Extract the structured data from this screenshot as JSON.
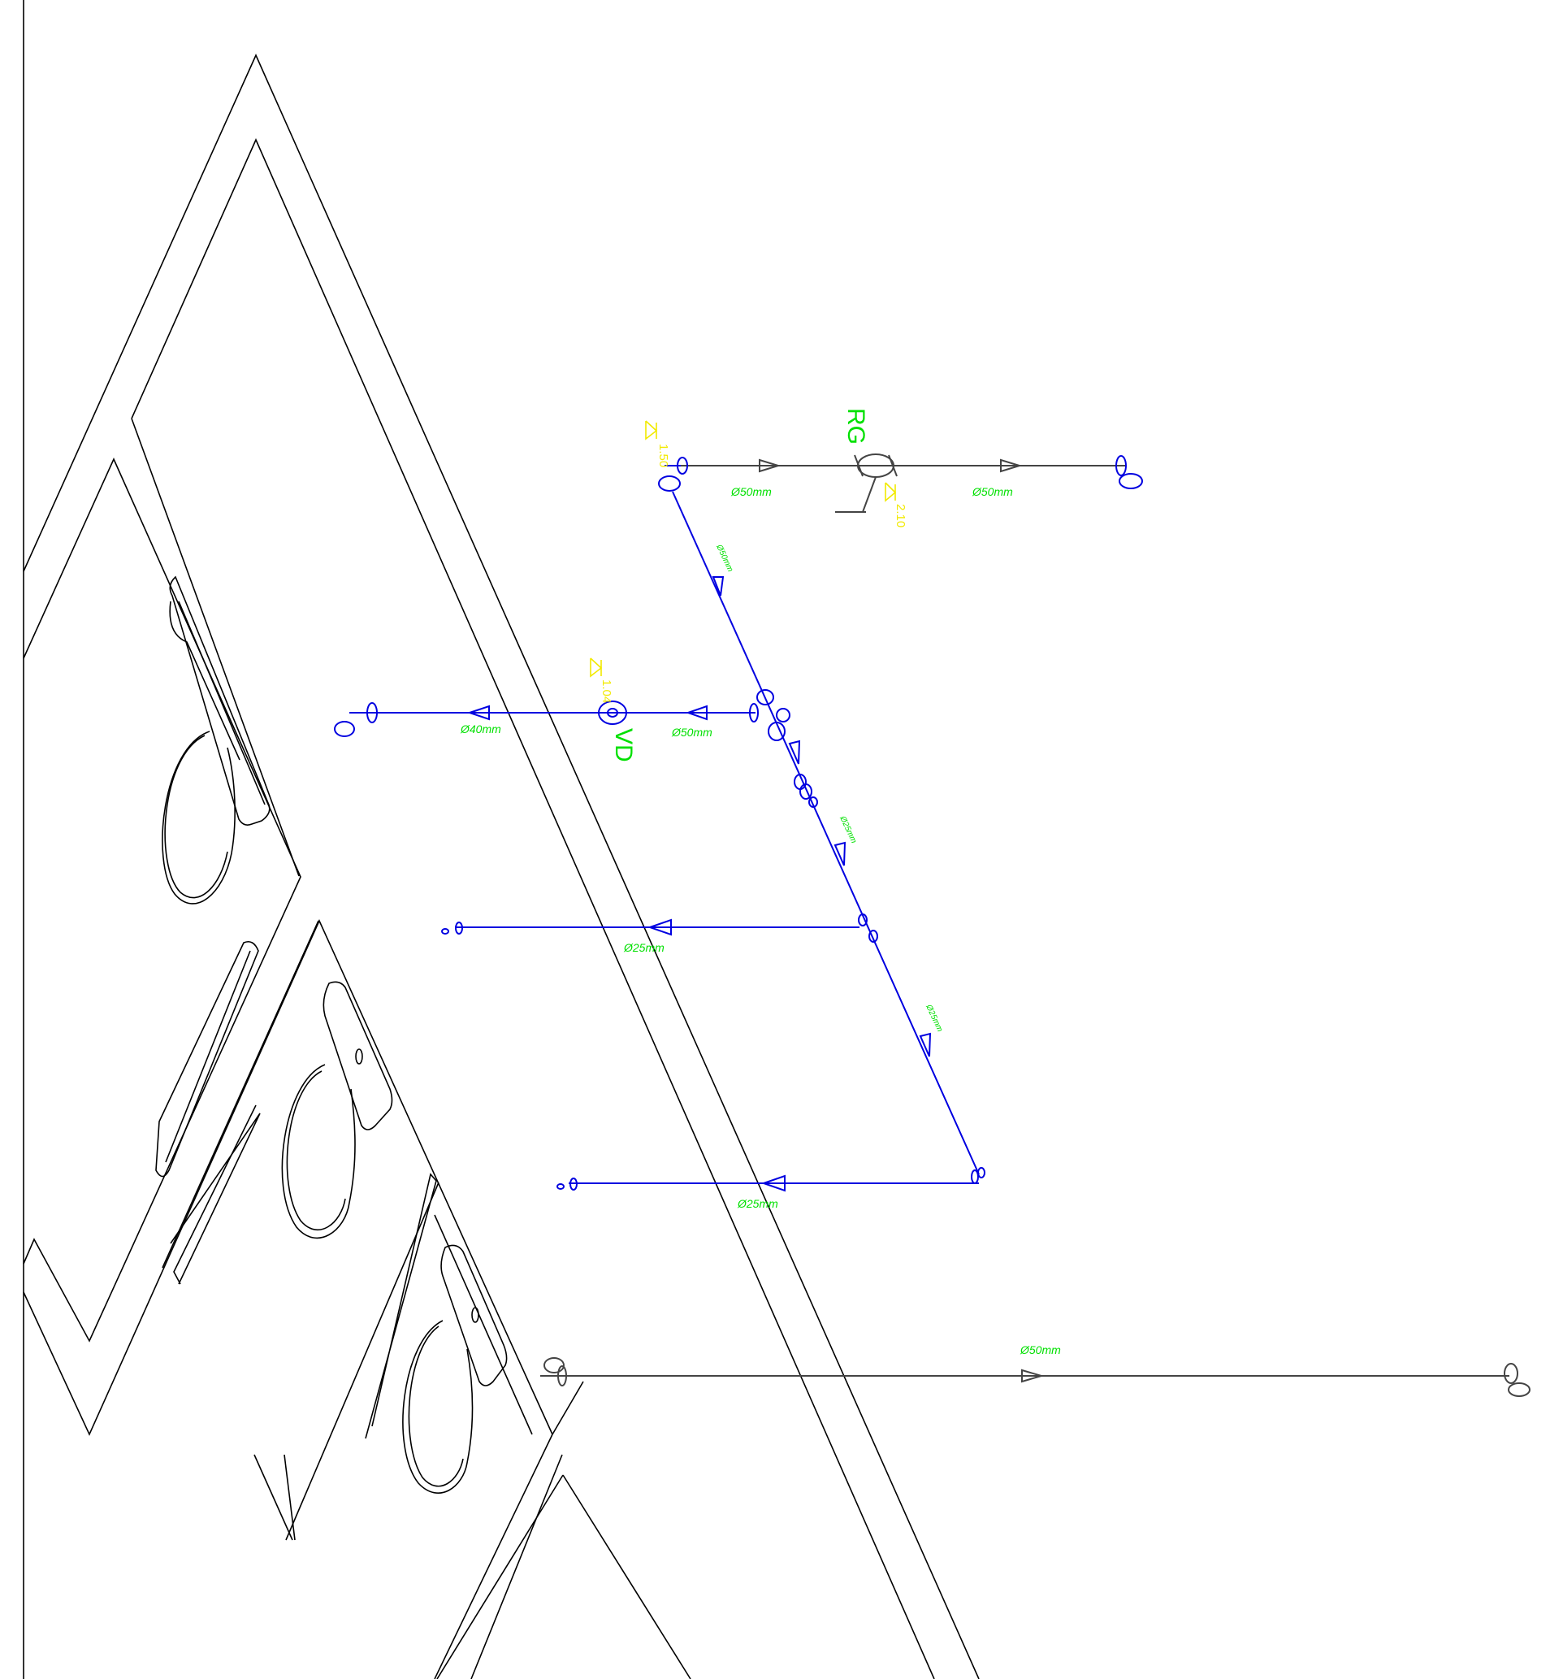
{
  "drawing": {
    "fixtures": {
      "rg": {
        "label": "RG",
        "level": "2.10"
      },
      "vd": {
        "label": "VD",
        "level": "1.04"
      }
    },
    "levels": {
      "top_left": "1.50"
    },
    "pipe_labels": {
      "top_left_run": "Ø50mm",
      "top_right_run": "Ø50mm",
      "diag_upper": "Ø50mm",
      "vd_left": "Ø40mm",
      "vd_right": "Ø50mm",
      "diag_mid": "Ø25mm",
      "branch_1": "Ø25mm",
      "diag_lower": "Ø25mm",
      "branch_2": "Ø25mm",
      "bottom_run": "Ø50mm"
    },
    "colors": {
      "pipe_blue": "#0000e0",
      "pipe_grey": "#444444",
      "label_green": "#00e000",
      "level_yellow": "#f2ea00",
      "outline": "#000000"
    }
  }
}
